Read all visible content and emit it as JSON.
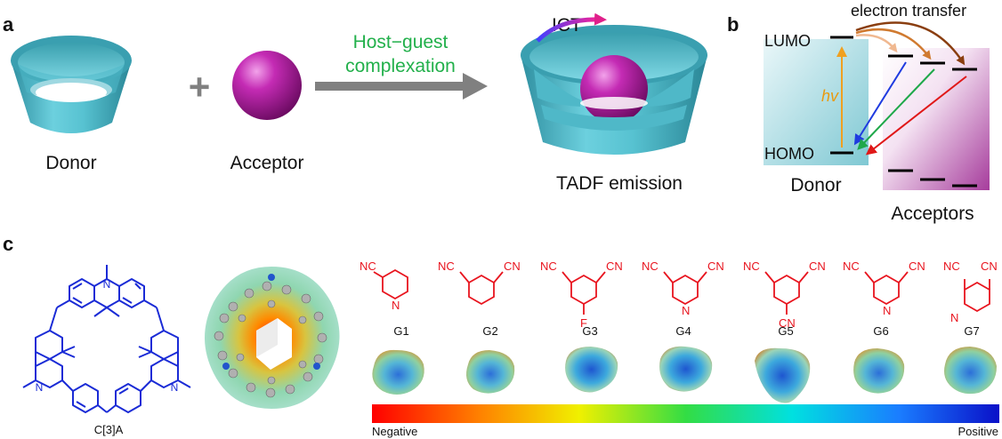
{
  "panels": {
    "a": "a",
    "b": "b",
    "c": "c"
  },
  "panel_a": {
    "donor": "Donor",
    "plus": "+",
    "acceptor": "Acceptor",
    "arrow_line1": "Host−guest",
    "arrow_line2": "complexation",
    "ict": "ICT",
    "tadf": "TADF emission"
  },
  "panel_b": {
    "electron_transfer": "electron transfer",
    "lumo": "LUMO",
    "homo": "HOMO",
    "hv": "hv",
    "donor": "Donor",
    "acceptors": "Acceptors"
  },
  "panel_c": {
    "macrocycle": "C[3]A",
    "n_label": "N",
    "guests": [
      {
        "id": "G1",
        "groups": [
          "NC",
          "N"
        ]
      },
      {
        "id": "G2",
        "groups": [
          "NC",
          "CN"
        ]
      },
      {
        "id": "G3",
        "groups": [
          "NC",
          "CN",
          "F"
        ]
      },
      {
        "id": "G4",
        "groups": [
          "NC",
          "CN",
          "N"
        ]
      },
      {
        "id": "G5",
        "groups": [
          "NC",
          "CN",
          "CN"
        ]
      },
      {
        "id": "G6",
        "groups": [
          "NC",
          "N",
          "CN"
        ]
      },
      {
        "id": "G7",
        "groups": [
          "NC",
          "CN",
          "N"
        ]
      }
    ],
    "scale_negative": "Negative",
    "scale_positive": "Positive"
  },
  "colors": {
    "host": "#4fb8c8",
    "guest": "#b01aa0",
    "structure_blue": "#1a2bd6",
    "structure_red": "#e8141e",
    "label_green": "#22b04b",
    "arrow_grey": "#808080"
  }
}
